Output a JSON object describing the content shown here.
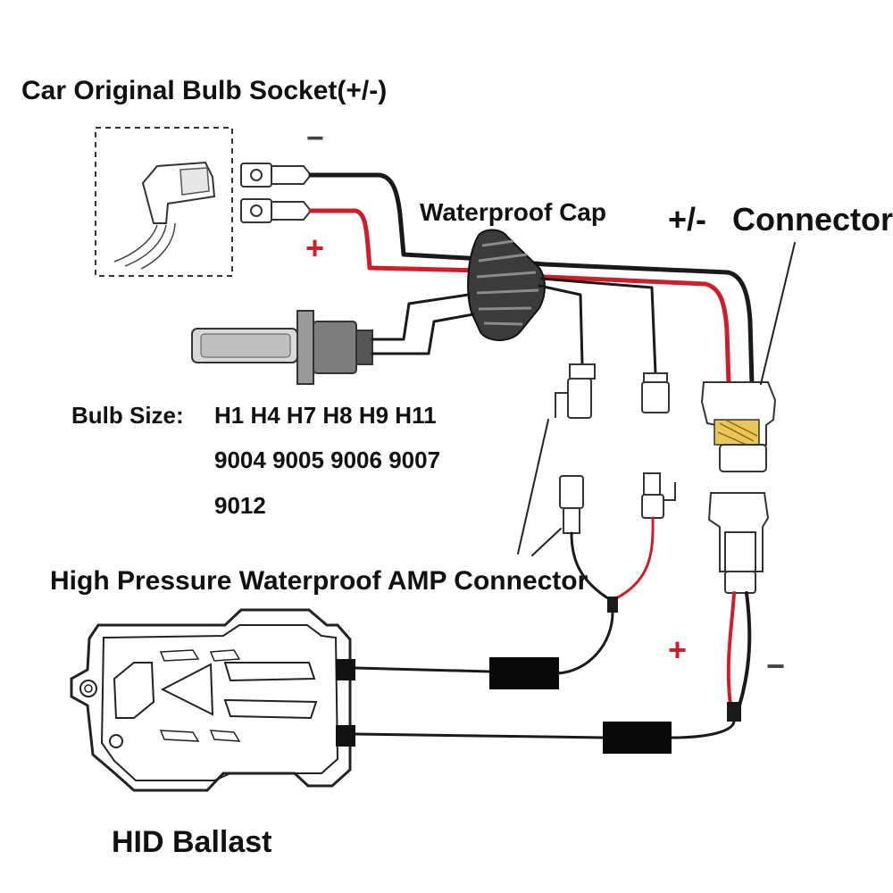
{
  "labels": {
    "socket_title": "Car Original Bulb Socket(+/-)",
    "waterproof_cap": "Waterproof Cap",
    "connector_sign": "+/-",
    "connector_word": "Connector",
    "bulb_size_label": "Bulb Size:",
    "bulb_sizes": [
      "H1 H4 H7 H8 H9 H11",
      "9004 9005 9006 9007",
      "9012"
    ],
    "amp_connector": "High Pressure Waterproof AMP Connector",
    "ballast": "HID Ballast"
  },
  "polarity": {
    "socket_minus": "−",
    "socket_plus": "+",
    "ballast_plus": "+",
    "ballast_minus": "−"
  },
  "colors": {
    "wire_red": "#cc1f2b",
    "wire_black": "#1a1a1a",
    "outline": "#222222",
    "sign_red": "#cc1f2b"
  },
  "components": [
    "car-original-bulb-socket",
    "waterproof-cap",
    "hid-bulb",
    "amp-connector",
    "plus-minus-connector",
    "hid-ballast"
  ]
}
